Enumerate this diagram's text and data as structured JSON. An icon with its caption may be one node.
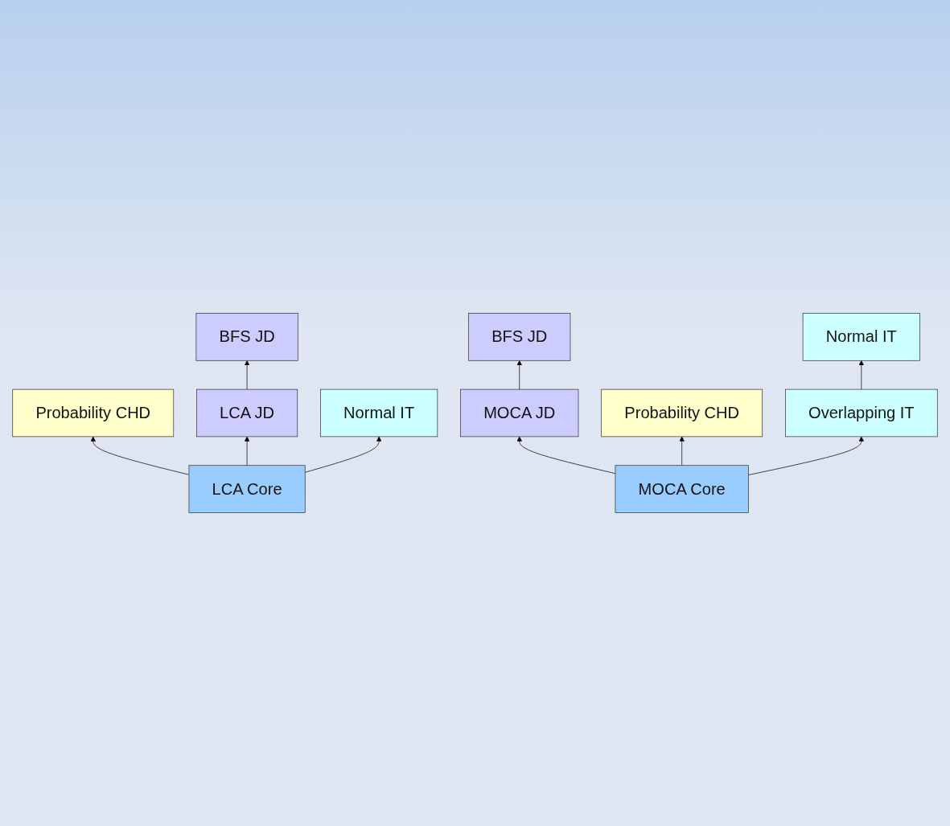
{
  "diagram": {
    "nodes": [
      {
        "text": [
          "BFS  JD"
        ]
      },
      {
        "text": [
          "Probability CHD"
        ]
      },
      {
        "text": [
          "LCA JD"
        ]
      },
      {
        "text": [
          "Normal IT"
        ]
      },
      {
        "text": [
          "LCA Core"
        ]
      },
      {
        "text": [
          "BFS  JD"
        ]
      },
      {
        "text": [
          "Normal IT"
        ]
      },
      {
        "text": [
          "MOCA JD"
        ]
      },
      {
        "text": [
          "Probability CHD"
        ]
      },
      {
        "text": [
          "Overlapping IT"
        ]
      },
      {
        "text": [
          "MOCA Core"
        ]
      }
    ],
    "edges": [
      {
        "from": 2,
        "to": 0,
        "arrow": "to"
      },
      {
        "from": 4,
        "to": 1,
        "arrow": "to"
      },
      {
        "from": 4,
        "to": 2,
        "arrow": "to"
      },
      {
        "from": 4,
        "to": 3,
        "arrow": "to"
      },
      {
        "from": 7,
        "to": 5,
        "arrow": "to"
      },
      {
        "from": 10,
        "to": 8,
        "arrow": "to"
      },
      {
        "from": 10,
        "to": 7,
        "arrow": "to"
      },
      {
        "from": 10,
        "to": 9,
        "arrow": "to"
      },
      {
        "from": 9,
        "to": 6,
        "arrow": "to"
      }
    ]
  }
}
